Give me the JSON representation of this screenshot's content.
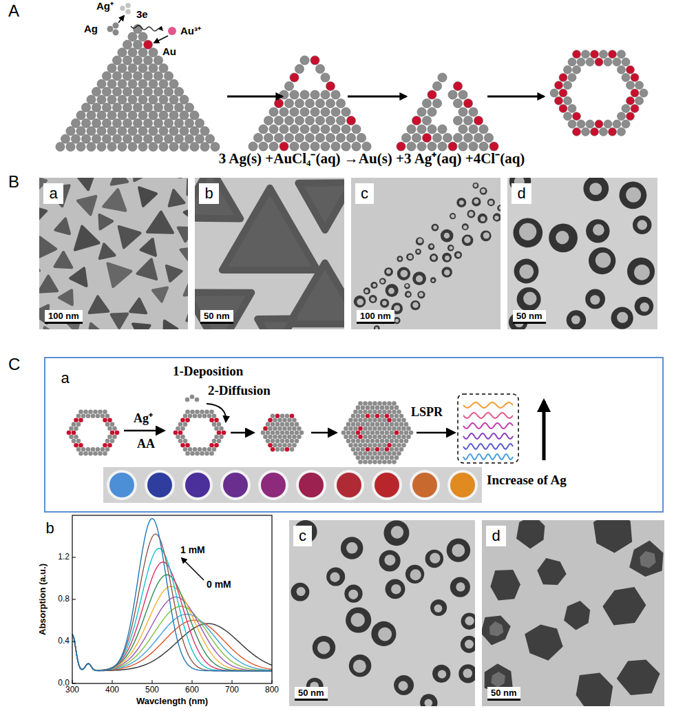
{
  "diagram": {
    "nodes": [
      {
        "text": [
          "100 nm"
        ]
      },
      {
        "text": [
          "a"
        ],
        "in": 0
      },
      {
        "text": [
          "50 nm"
        ]
      },
      {
        "text": [
          "b"
        ],
        "in": 2
      },
      {
        "text": [
          "100 nm"
        ]
      },
      {
        "text": [
          "c"
        ],
        "in": 4
      },
      {
        "text": [
          "50 nm"
        ]
      },
      {
        "text": [
          "d"
        ],
        "in": 6
      },
      {
        "text": [
          "1-Deposition",
          "2-Diffusion",
          "Ag⁺",
          "AA",
          "LSPR",
          "Increase of Ag"
        ]
      },
      {
        "text": [
          "a"
        ],
        "in": 8
      },
      {
        "text": [
          "b"
        ]
      },
      {
        "text": [
          "50 nm"
        ]
      },
      {
        "text": [
          "c"
        ],
        "in": 11
      },
      {
        "text": [
          "50 nm"
        ]
      },
      {
        "text": [
          "d"
        ],
        "in": 13
      }
    ],
    "labels": [
      "A",
      "Ag⁺",
      "Ag",
      "3e",
      "Au³⁺",
      "Au",
      "3 Ag(s) +AuCl₄⁻(aq) →Au(s) +3 Ag⁺(aq) +4Cl⁻(aq)",
      "B",
      "C",
      "1 mM",
      "0 mM",
      "Absorption (a.u.)",
      "0.0",
      "0.4",
      "0.8",
      "1.2",
      "300",
      "400",
      "500",
      "600",
      "700",
      "800",
      "Wavclength (nm)"
    ]
  }
}
